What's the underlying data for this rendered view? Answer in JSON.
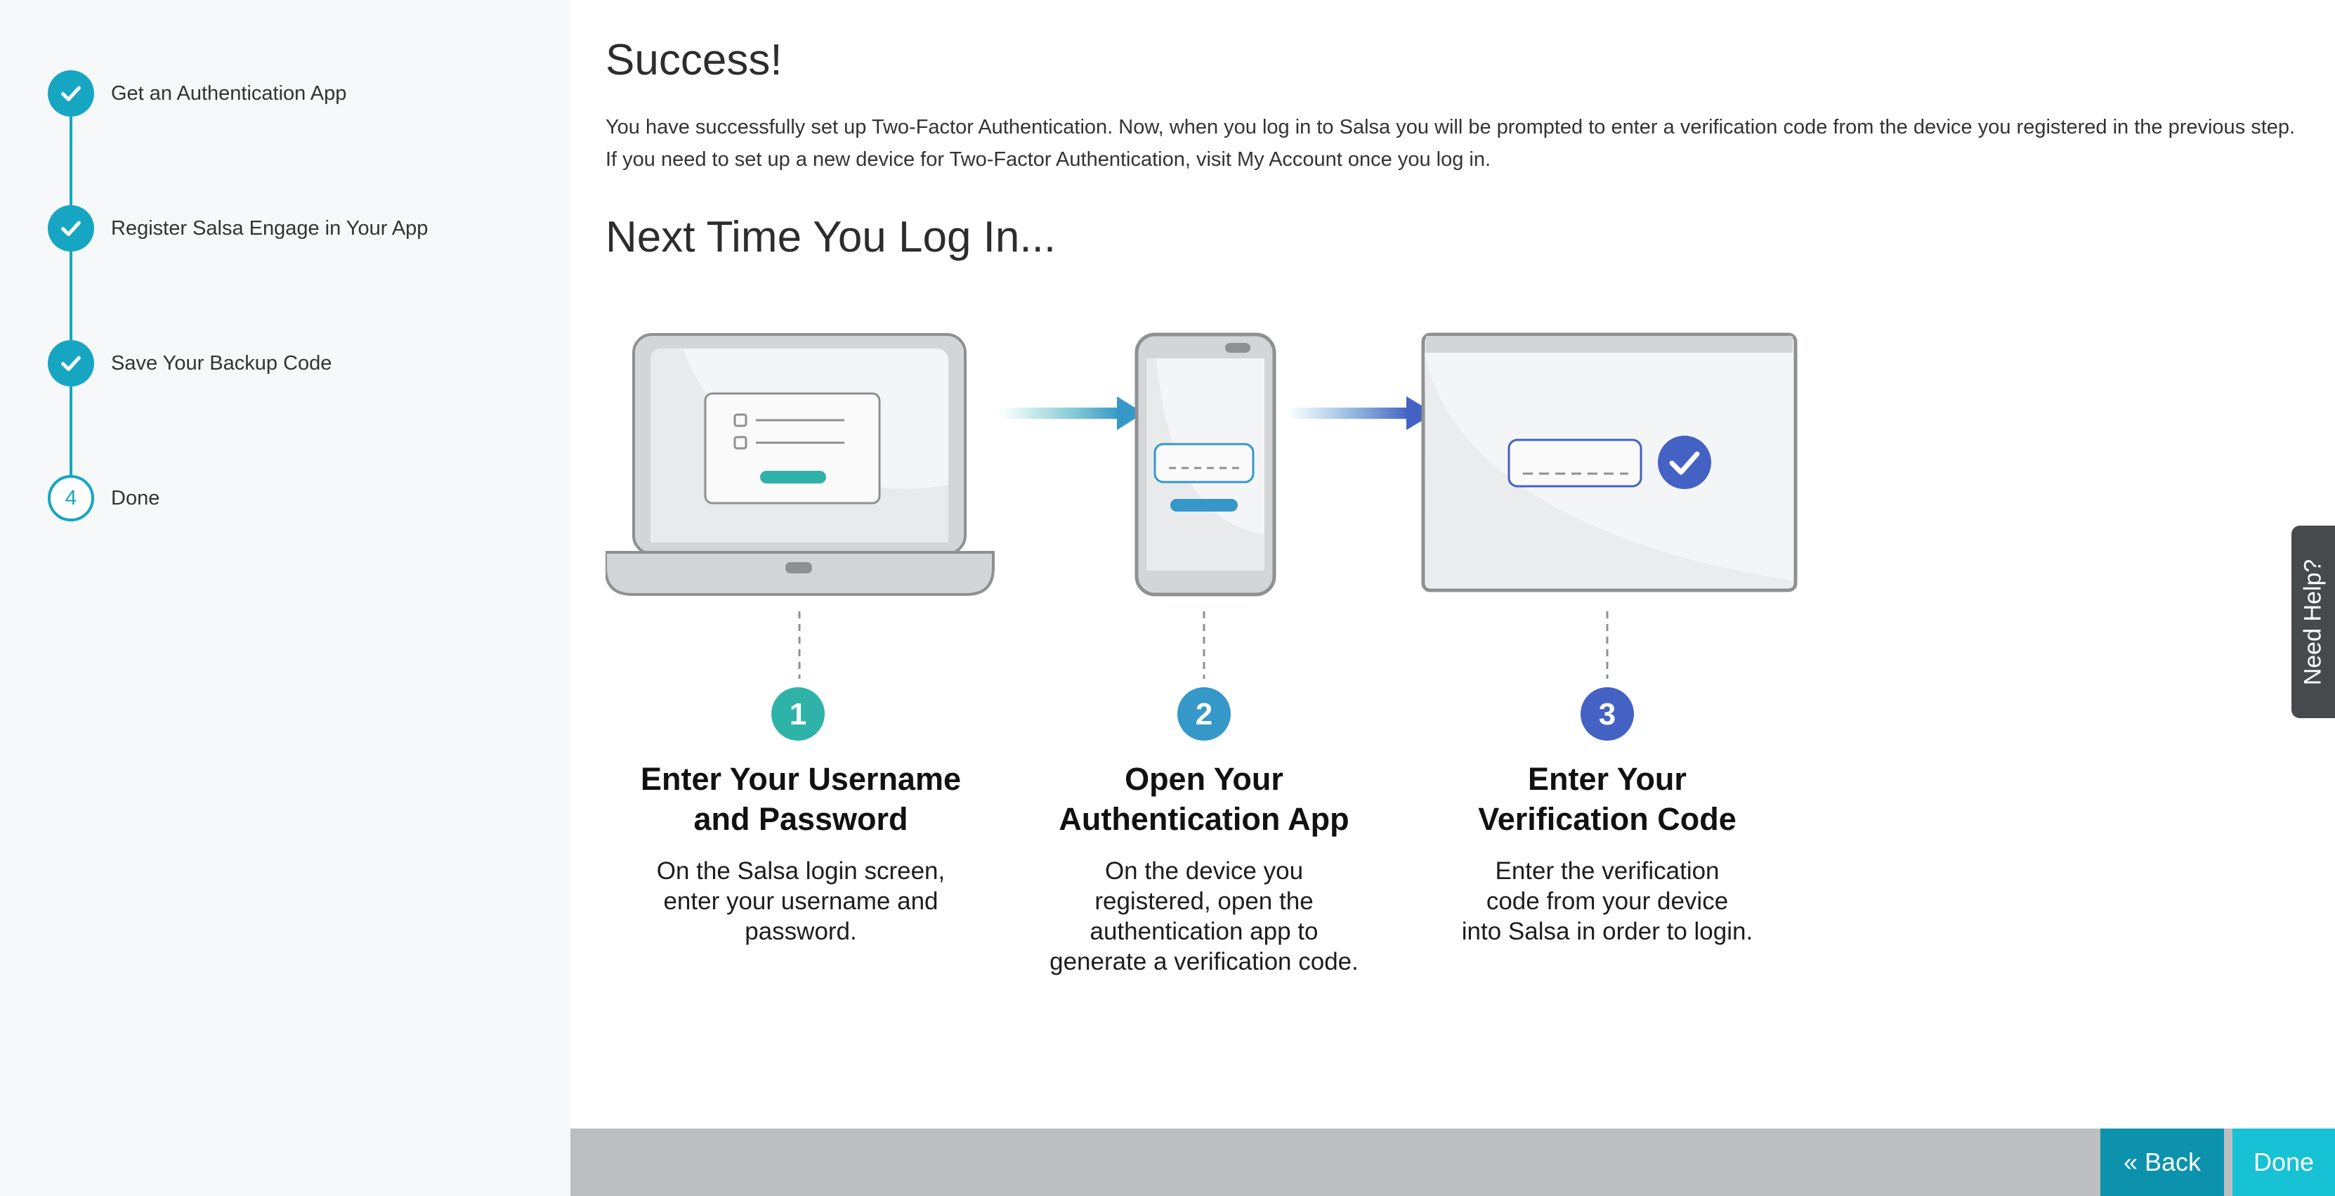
{
  "sidebar": {
    "steps": [
      {
        "label": "Get an Authentication App",
        "status": "complete"
      },
      {
        "label": "Register Salsa Engage in Your App",
        "status": "complete"
      },
      {
        "label": "Save Your Backup Code",
        "status": "complete"
      },
      {
        "label": "Done",
        "status": "current",
        "number": "4"
      }
    ]
  },
  "main": {
    "title": "Success!",
    "paragraph_lines": [
      "You have successfully set up Two-Factor Authentication. Now, when you log in to Salsa you will be prompted to enter a verification code from the device you registered in the previous step.",
      "If you need to set up a new device for Two-Factor Authentication, visit My Account once you log in."
    ],
    "subtitle": "Next Time You Log In...",
    "steps": [
      {
        "number": "1",
        "title_line1": "Enter Your Username",
        "title_line2": "and Password",
        "desc_lines": [
          "On the Salsa login screen,",
          "enter your username and",
          "password."
        ]
      },
      {
        "number": "2",
        "title_line1": "Open Your",
        "title_line2": "Authentication App",
        "desc_lines": [
          "On the device you",
          "registered, open the",
          "authentication app to",
          "generate a verification code."
        ]
      },
      {
        "number": "3",
        "title_line1": "Enter Your",
        "title_line2": "Verification Code",
        "desc_lines": [
          "Enter the verification",
          "code from your device",
          "into Salsa in order to login."
        ]
      }
    ]
  },
  "footer": {
    "back_label": "« Back",
    "done_label": "Done"
  },
  "help": {
    "label": "Need Help?"
  },
  "colors": {
    "accent": "#16a6c2",
    "step1": "#2fb3a8",
    "step2": "#3598c8",
    "step3": "#4461c4",
    "back_button": "#0c92ad",
    "done_button": "#16c2d4",
    "footer_bar": "#bdbec0"
  }
}
